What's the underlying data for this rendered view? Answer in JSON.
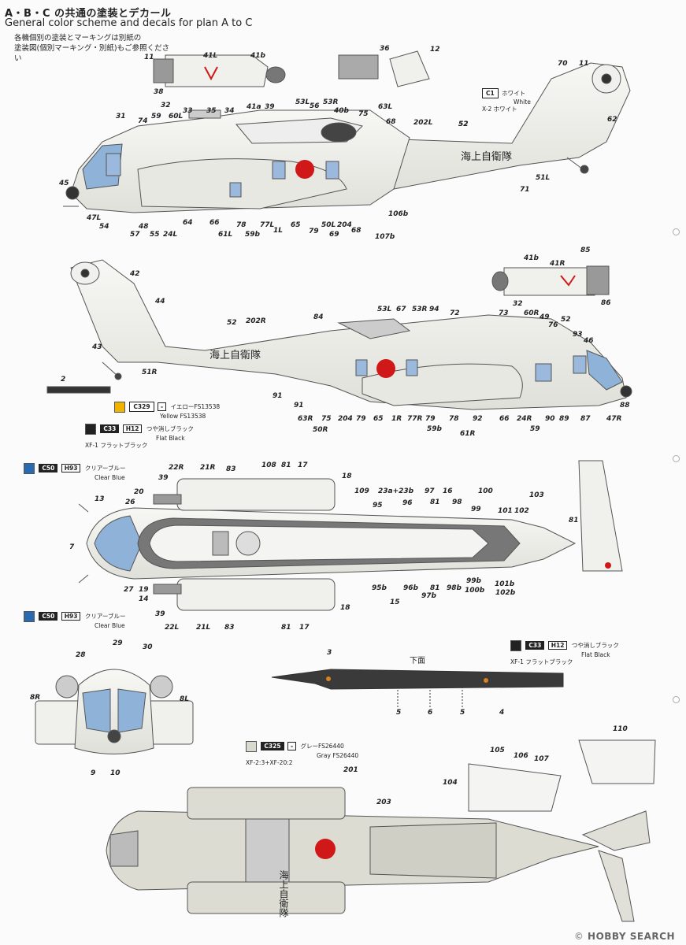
{
  "header": {
    "title": "A・B・C の共通の塗装とデカール",
    "subtitle": "General color scheme and decals for plan A to C",
    "note_line1": "各機個別の塗装とマーキングは別紙の",
    "note_line2": "塗装図(個別マーキング・別紙)もご参照ください"
  },
  "colors": {
    "c1": {
      "code": "C1",
      "jp": "ホワイト",
      "en": "White",
      "mix": "X-2 ホワイト"
    },
    "c329": {
      "code": "C329",
      "h": "-",
      "jp": "イエローFS13538",
      "en": "Yellow FS13538",
      "hex": "#f0b400"
    },
    "c33": {
      "code": "C33",
      "h": "H12",
      "jp": "つや消しブラック",
      "en": "Flat Black",
      "mix": "XF-1 フラットブラック"
    },
    "c50": {
      "code": "C50",
      "h": "H93",
      "jp": "クリアーブルー",
      "en": "Clear Blue",
      "hex": "#2a6ab0"
    },
    "c325": {
      "code": "C325",
      "h": "-",
      "jp": "グレーFS26440",
      "en": "Gray FS26440",
      "mix": "XF-2:3+XF-20:2",
      "hex": "#d9d9cf"
    }
  },
  "view1": {
    "fuselage_text": "海上自衛隊",
    "labels": [
      "11",
      "41L",
      "41b",
      "38",
      "36",
      "12",
      "70",
      "11",
      "31",
      "74",
      "59",
      "32",
      "60L",
      "33",
      "35",
      "34",
      "41a",
      "39",
      "53L",
      "56",
      "53R",
      "40b",
      "63L",
      "75",
      "68",
      "202L",
      "52",
      "62",
      "52",
      "45",
      "47L",
      "54",
      "57",
      "48",
      "55",
      "24L",
      "64",
      "66",
      "61L",
      "78",
      "59b",
      "77L",
      "1L",
      "65",
      "79",
      "50L",
      "204",
      "69",
      "68",
      "107b",
      "106b",
      "51L",
      "71"
    ]
  },
  "view2": {
    "fuselage_text": "海上自衛隊",
    "labels": [
      "42",
      "44",
      "43",
      "51R",
      "2",
      "41b",
      "41R",
      "85",
      "86",
      "52",
      "202R",
      "84",
      "53L",
      "67",
      "53R",
      "94",
      "72",
      "73",
      "32",
      "60R",
      "49",
      "76",
      "52",
      "93",
      "46",
      "91",
      "91",
      "63R",
      "75",
      "50R",
      "204",
      "79",
      "65",
      "1R",
      "77R",
      "79",
      "59b",
      "78",
      "61R",
      "92",
      "66",
      "24R",
      "59",
      "90",
      "89",
      "87",
      "47R",
      "88"
    ]
  },
  "view3": {
    "labels": [
      "22R",
      "21R",
      "83",
      "108",
      "81",
      "17",
      "18",
      "39",
      "20",
      "13",
      "26",
      "7",
      "109",
      "23a+23b",
      "95",
      "96",
      "97",
      "81",
      "16",
      "98",
      "99",
      "100",
      "101",
      "102",
      "103",
      "81",
      "19",
      "27",
      "14",
      "39",
      "22L",
      "21L",
      "83",
      "81",
      "17",
      "18",
      "95b",
      "15",
      "96b",
      "97b",
      "81",
      "98b",
      "99b",
      "100b",
      "101b",
      "102b"
    ]
  },
  "view4": {
    "labels": [
      "28",
      "29",
      "30",
      "8R",
      "8L",
      "9",
      "10"
    ]
  },
  "blade": {
    "caption": "下面",
    "labels": [
      "3",
      "5",
      "6",
      "5",
      "4"
    ]
  },
  "view5": {
    "fuselage_text": "海上自衛隊",
    "labels": [
      "201",
      "203",
      "105",
      "106",
      "107",
      "104",
      "110"
    ]
  },
  "watermark": {
    "brand": "HOBBY SEARCH",
    "copy": "©"
  }
}
